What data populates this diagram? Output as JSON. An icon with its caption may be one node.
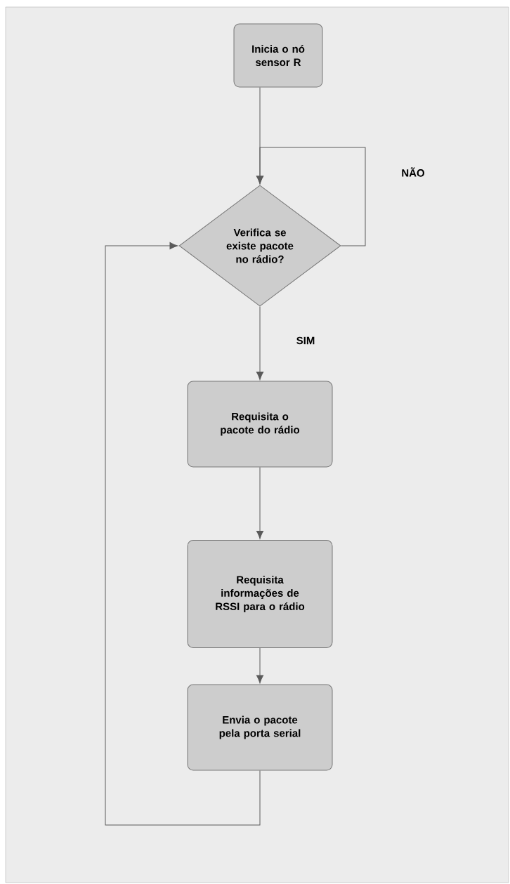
{
  "diagram": {
    "nodes": [
      {
        "text": [
          "Inicia o nó sensor R"
        ]
      },
      {
        "text": [
          "Verifica se existe pacote no rádio?"
        ]
      },
      {
        "text": [
          "Requisita o pacote do rádio"
        ]
      },
      {
        "text": [
          "Requisita informações de RSSI para o rádio"
        ]
      },
      {
        "text": [
          "Envia o pacote pela porta serial"
        ]
      }
    ],
    "edges": [
      {
        "from": 0,
        "to": 1,
        "arrow": "to"
      },
      {
        "from": 1,
        "to": 1,
        "arrow": "to",
        "label": "NÃO"
      },
      {
        "from": 1,
        "to": 2,
        "arrow": "to",
        "label": "SIM"
      },
      {
        "from": 2,
        "to": 3,
        "arrow": "to"
      },
      {
        "from": 3,
        "to": 4,
        "arrow": "to"
      },
      {
        "from": 4,
        "to": 1,
        "arrow": "to"
      }
    ]
  }
}
